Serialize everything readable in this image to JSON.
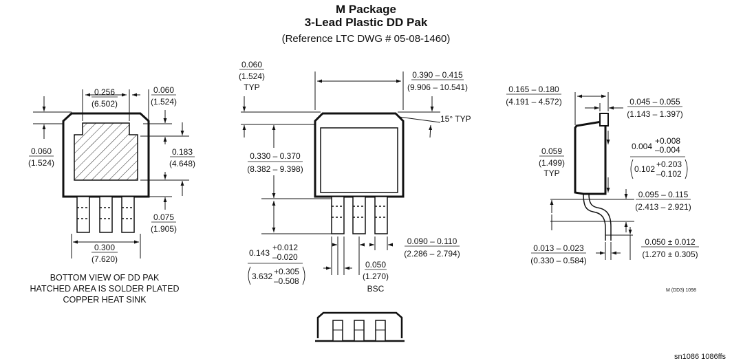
{
  "header": {
    "title": "M Package",
    "subtitle": "3-Lead Plastic DD Pak",
    "reference": "(Reference LTC DWG # 05-08-1460)"
  },
  "bottom_view": {
    "width_in": "0.256",
    "width_mm": "(6.502)",
    "tab_in": "0.060",
    "tab_mm": "(1.524)",
    "left_in": "0.060",
    "left_mm": "(1.524)",
    "inner_in": "0.183",
    "inner_mm": "(4.648)",
    "gap_in": "0.075",
    "gap_mm": "(1.905)",
    "overall_in": "0.300",
    "overall_mm": "(7.620)",
    "note_line1": "BOTTOM VIEW OF DD PAK",
    "note_line2": "HATCHED AREA IS SOLDER PLATED",
    "note_line3": "COPPER HEAT SINK"
  },
  "front_view": {
    "typ_in": "0.060",
    "typ_mm": "(1.524)",
    "typ_label": "TYP",
    "width_in": "0.390 – 0.415",
    "width_mm": "(9.906 – 10.541)",
    "angle": "15° TYP",
    "height_in": "0.330 – 0.370",
    "height_mm": "(8.382 – 9.398)",
    "lead_in": "0.090 – 0.110",
    "lead_mm": "(2.286 – 2.794)",
    "tol_base": "0.143",
    "tol_plus": "+0.012",
    "tol_minus": "–0.020",
    "tol_base_mm": "3.632",
    "tol_plus_mm": "+0.305",
    "tol_minus_mm": "–0.508",
    "pitch_in": "0.050",
    "pitch_mm": "(1.270)",
    "pitch_label": "BSC"
  },
  "side_view": {
    "body_in": "0.165 – 0.180",
    "body_mm": "(4.191 – 4.572)",
    "tab_in": "0.045 – 0.055",
    "tab_mm": "(1.143 – 1.397)",
    "off_base": "0.004",
    "off_plus": "+0.008",
    "off_minus": "–0.004",
    "off_base_mm": "0.102",
    "off_plus_mm": "+0.203",
    "off_minus_mm": "–0.102",
    "typ_in": "0.059",
    "typ_mm": "(1.499)",
    "typ_label": "TYP",
    "foot_in": "0.095 – 0.115",
    "foot_mm": "(2.413 – 2.921)",
    "thick_in": "0.013 – 0.023",
    "thick_mm": "(0.330 – 0.584)",
    "stand_in": "0.050 ± 0.012",
    "stand_mm": "(1.270 ± 0.305)"
  },
  "footer": {
    "drawing_code": "M (DD3) 1098",
    "doc_id": "sn1086 1086ffs"
  }
}
